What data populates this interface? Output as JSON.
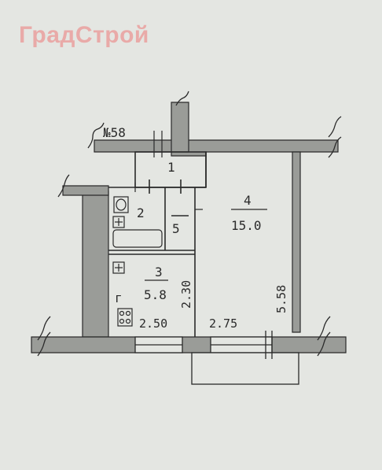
{
  "watermark": "ГрадСтрой",
  "building_number": "№58",
  "rooms": [
    {
      "number": "1",
      "area": ""
    },
    {
      "number": "2",
      "area": ""
    },
    {
      "number": "3",
      "area": "5.8"
    },
    {
      "number": "4",
      "area": "15.0"
    },
    {
      "number": "5",
      "area": ""
    }
  ],
  "dimensions": {
    "kitchen_width": "2.50",
    "room_width": "2.75",
    "kitchen_depth": "2.30",
    "room_depth": "5.58"
  },
  "kitchen_marker": "г"
}
